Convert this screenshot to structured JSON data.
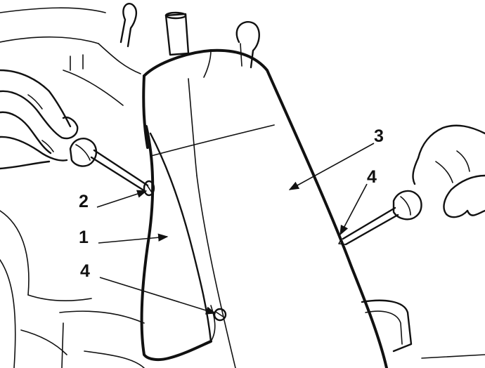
{
  "callouts": {
    "c1": "1",
    "c2": "2",
    "c3": "3",
    "c4a": "4",
    "c4b": "4"
  },
  "colors": {
    "ink": "#111111",
    "paper": "#ffffff"
  }
}
